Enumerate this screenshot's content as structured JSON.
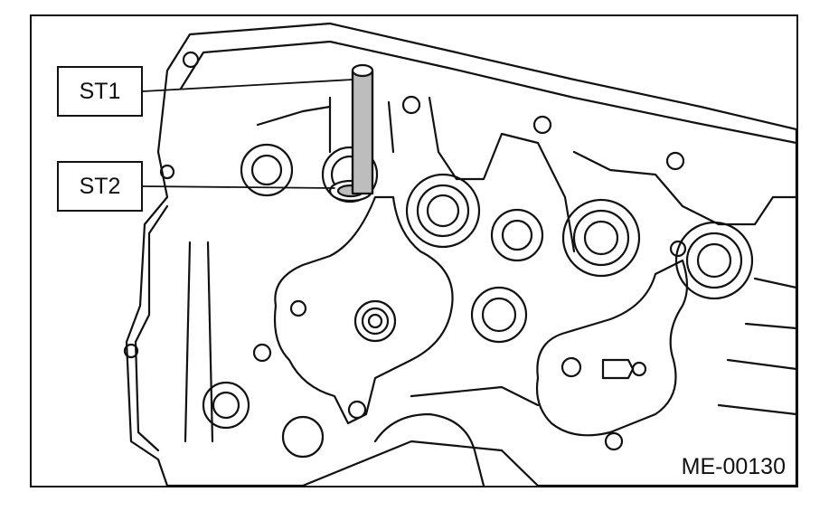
{
  "labels": {
    "st1": "ST1",
    "st2": "ST2"
  },
  "figure_id": "ME-00130",
  "colors": {
    "line": "#111111",
    "background": "#ffffff",
    "tool_shade": "#bdbdbd"
  }
}
